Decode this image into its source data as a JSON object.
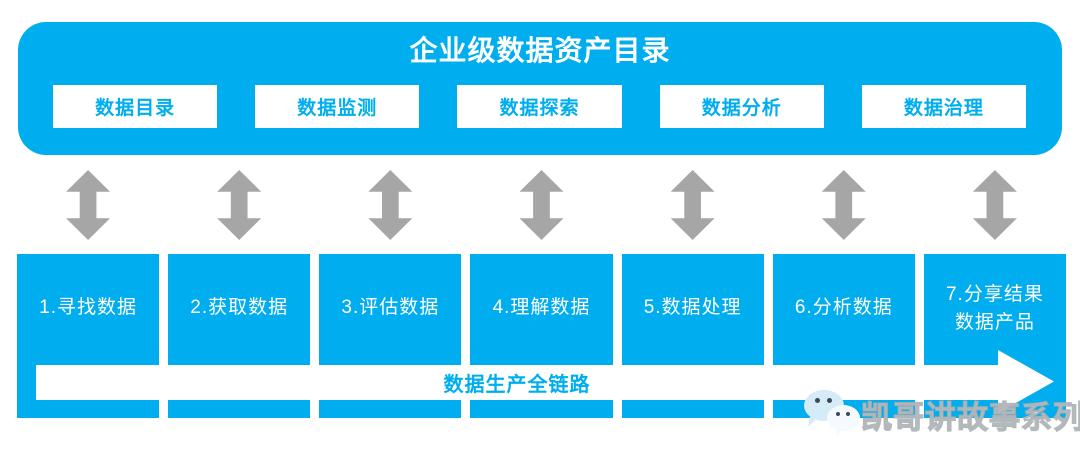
{
  "header": {
    "title": "企业级数据资产目录",
    "modules": [
      {
        "label": "数据目录"
      },
      {
        "label": "数据监测"
      },
      {
        "label": "数据探索"
      },
      {
        "label": "数据分析"
      },
      {
        "label": "数据治理"
      }
    ]
  },
  "steps": [
    {
      "label": "1.寻找数据"
    },
    {
      "label": "2.获取数据"
    },
    {
      "label": "3.评估数据"
    },
    {
      "label": "4.理解数据"
    },
    {
      "label": "5.数据处理"
    },
    {
      "label": "6.分析数据"
    },
    {
      "label": "7.分享结果",
      "label2": "数据产品"
    }
  ],
  "flow": {
    "label": "数据生产全链路"
  },
  "watermark": {
    "text": "凯哥讲故事系列"
  },
  "icons": {
    "step_connector": "double-vertical-arrow",
    "flow_banner": "right-arrow-banner",
    "watermark": "wechat-chat-bubbles"
  },
  "colors": {
    "primary": "#00AEEF",
    "arrow_gray": "#A6A6A6",
    "background": "#FFFFFF"
  }
}
